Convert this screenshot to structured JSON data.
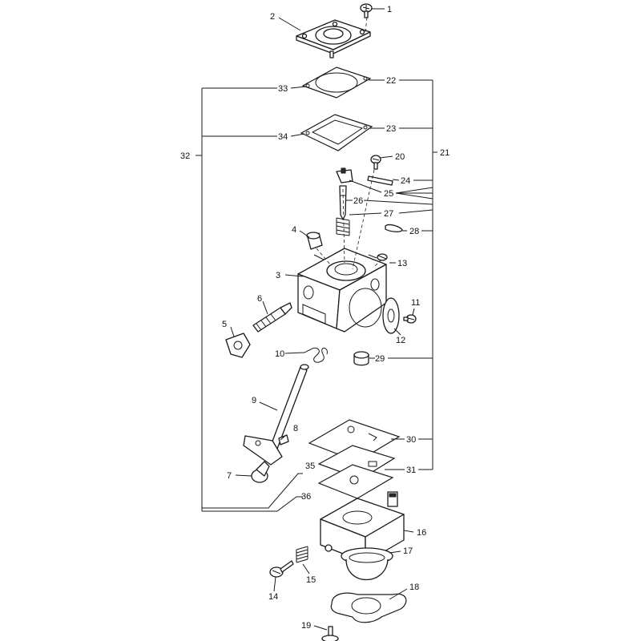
{
  "callouts": {
    "c1": "1",
    "c2": "2",
    "c3": "3",
    "c4": "4",
    "c5": "5",
    "c6": "6",
    "c7": "7",
    "c8": "8",
    "c9": "9",
    "c10": "10",
    "c11": "11",
    "c12": "12",
    "c13": "13",
    "c14": "14",
    "c15": "15",
    "c16": "16",
    "c17": "17",
    "c18": "18",
    "c19": "19",
    "c20": "20",
    "c21": "21",
    "c22": "22",
    "c23": "23",
    "c24": "24",
    "c25": "25",
    "c26": "26",
    "c27": "27",
    "c28": "28",
    "c29": "29",
    "c30": "30",
    "c31": "31",
    "c32": "32",
    "c33": "33",
    "c34": "34",
    "c35": "35",
    "c36": "36"
  }
}
